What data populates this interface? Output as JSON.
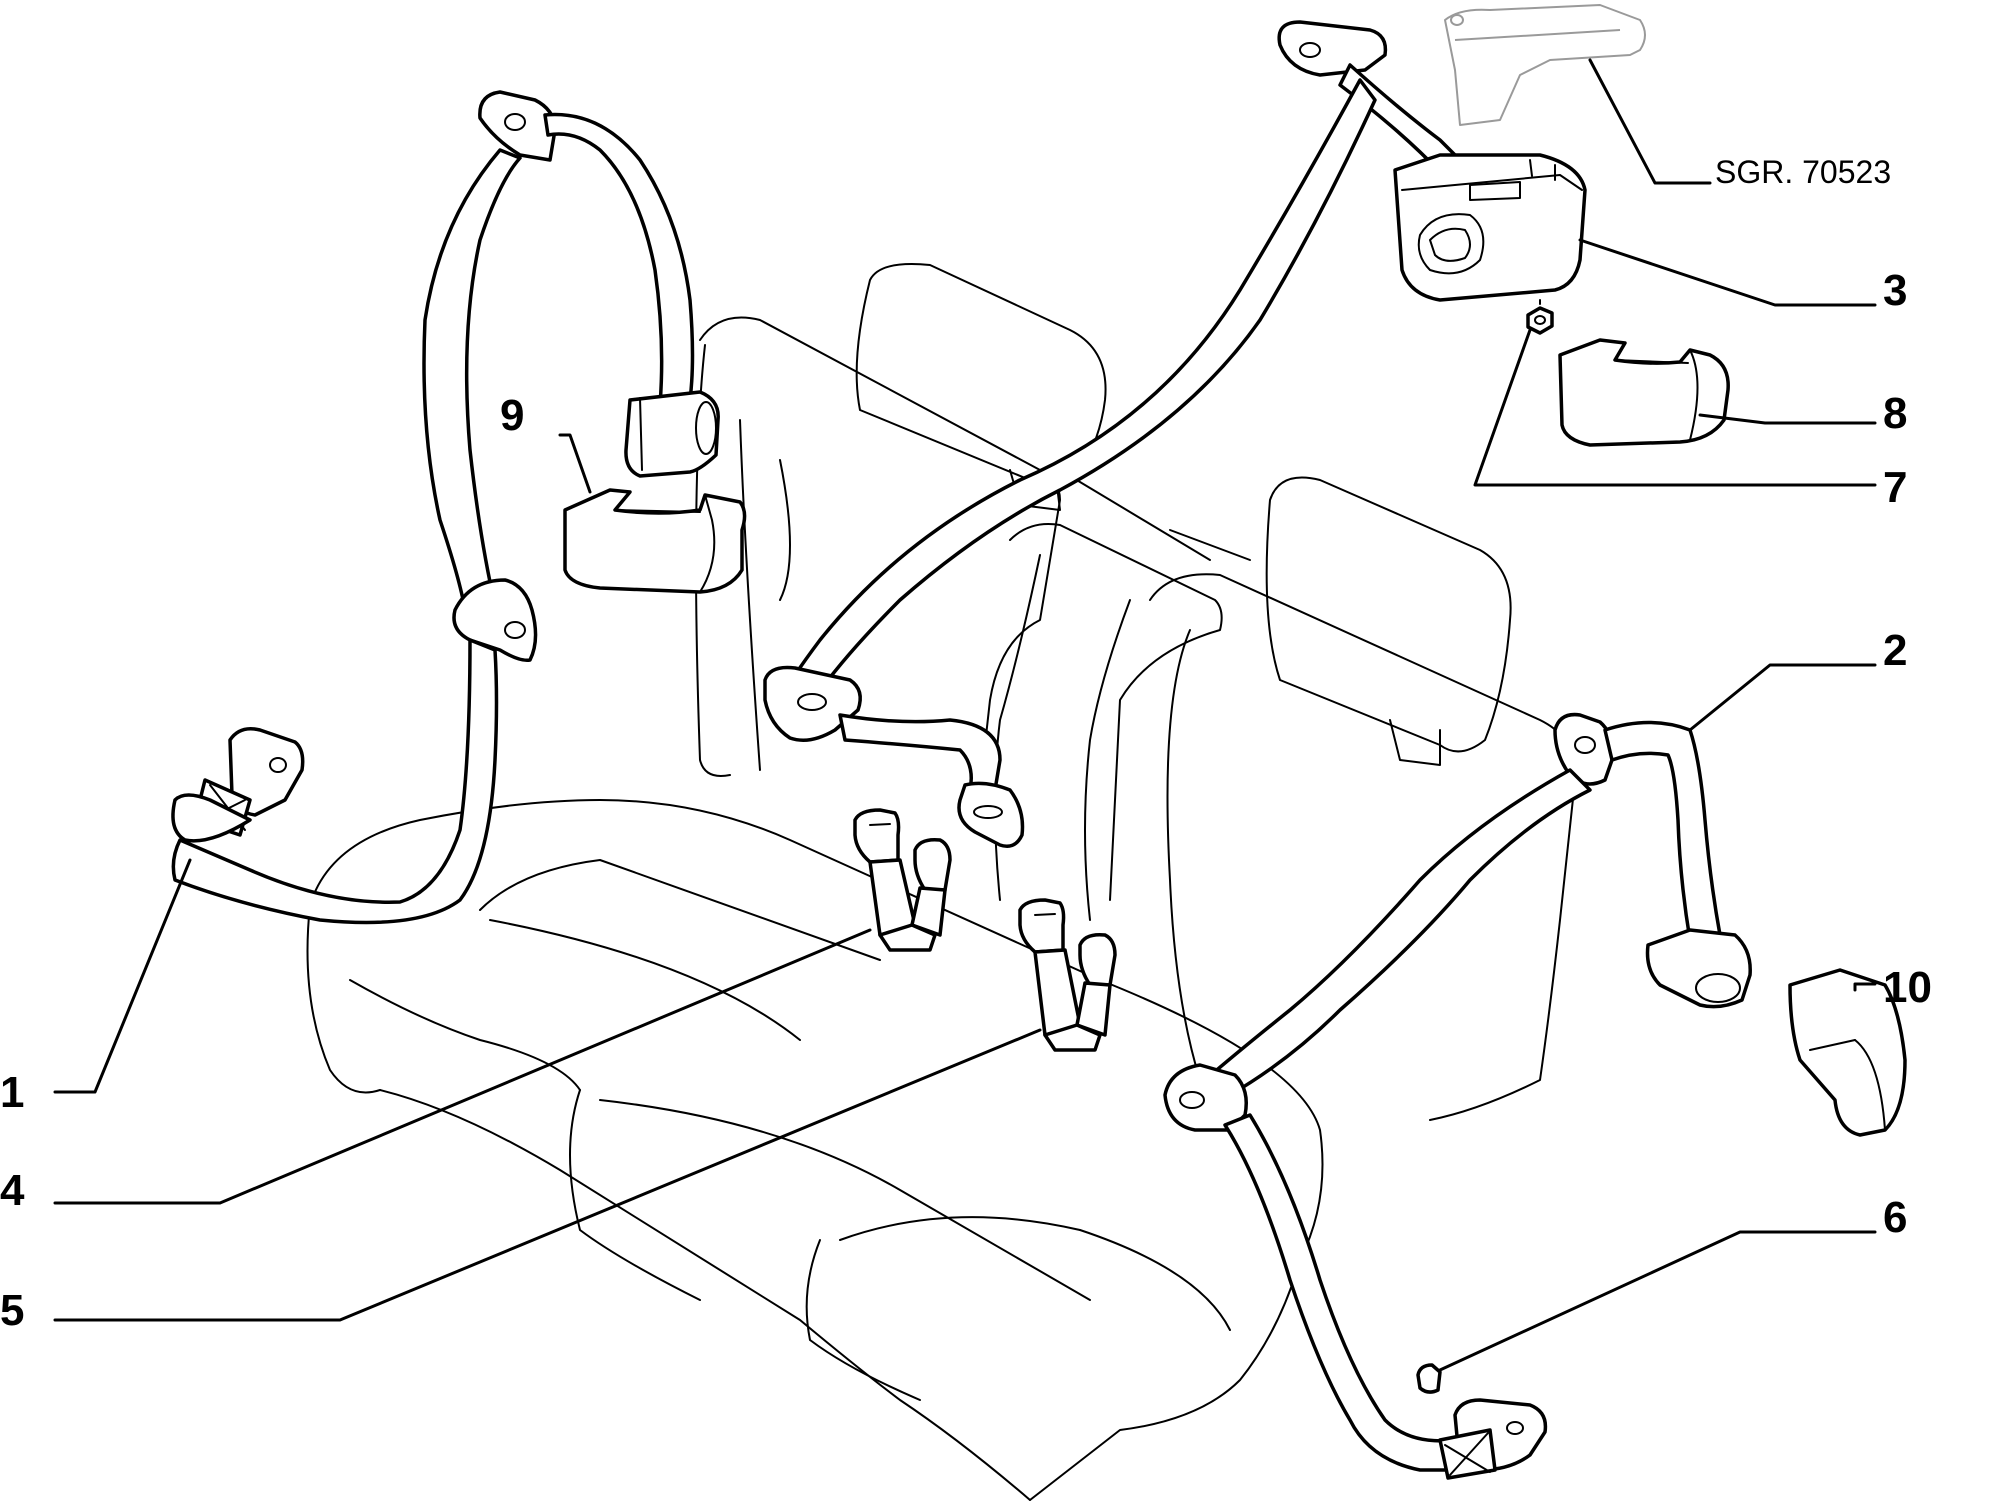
{
  "callouts": {
    "c1": "1",
    "c2": "2",
    "c3": "3",
    "c4": "4",
    "c5": "5",
    "c6": "6",
    "c7": "7",
    "c8": "8",
    "c9": "9",
    "c10": "10"
  },
  "reference": "SGR. 70523"
}
